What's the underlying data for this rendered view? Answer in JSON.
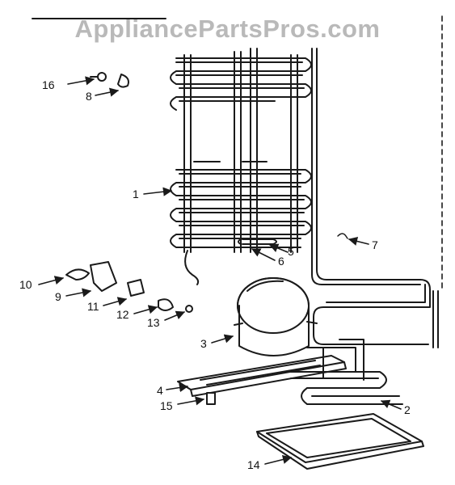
{
  "watermark": "AppliancePartsPros.com",
  "callouts": [
    {
      "id": "c16",
      "text": "16"
    },
    {
      "id": "c8",
      "text": "8"
    },
    {
      "id": "c1",
      "text": "1"
    },
    {
      "id": "c5",
      "text": "5"
    },
    {
      "id": "c6",
      "text": "6"
    },
    {
      "id": "c7",
      "text": "7"
    },
    {
      "id": "c10",
      "text": "10"
    },
    {
      "id": "c9",
      "text": "9"
    },
    {
      "id": "c11",
      "text": "11"
    },
    {
      "id": "c12",
      "text": "12"
    },
    {
      "id": "c13",
      "text": "13"
    },
    {
      "id": "c3",
      "text": "3"
    },
    {
      "id": "c4",
      "text": "4"
    },
    {
      "id": "c15",
      "text": "15"
    },
    {
      "id": "c2",
      "text": "2"
    },
    {
      "id": "c14",
      "text": "14"
    }
  ],
  "colors": {
    "line": "#1a1a1a",
    "watermark": "#b9b9b9",
    "background": "#ffffff"
  }
}
